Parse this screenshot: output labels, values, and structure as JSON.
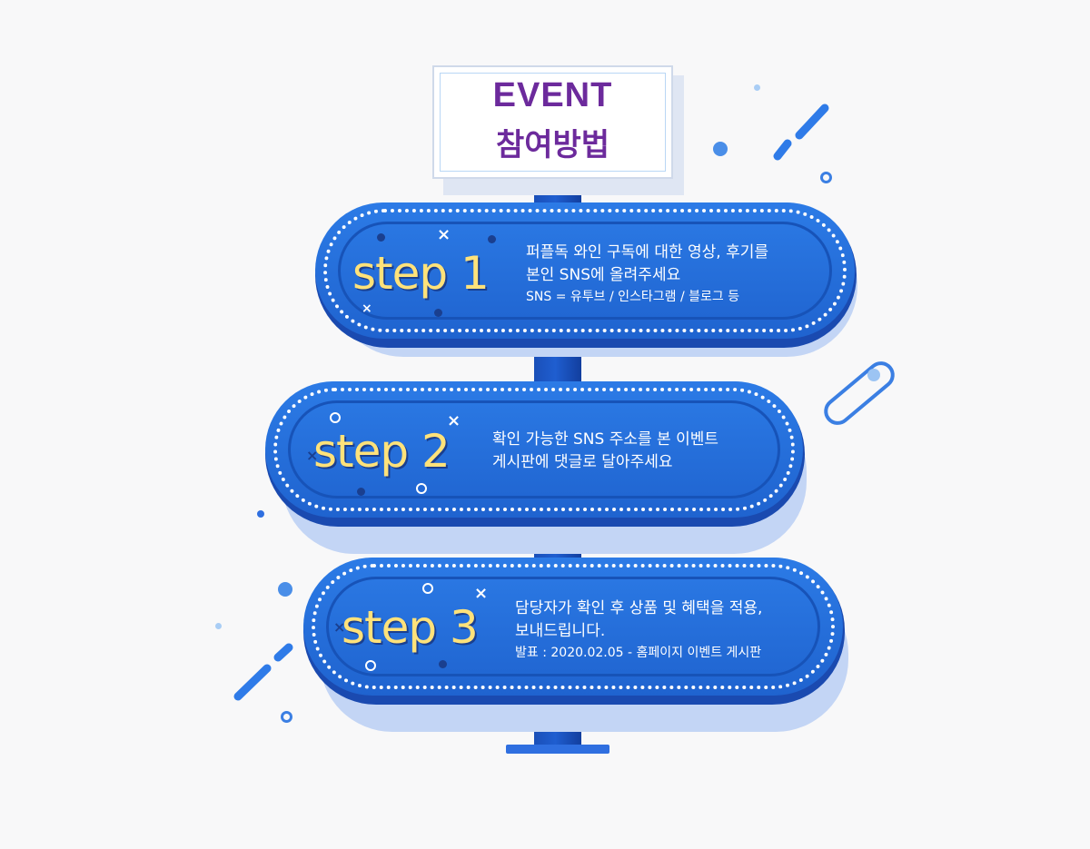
{
  "sign": {
    "title": "EVENT",
    "subtitle": "참여방법"
  },
  "steps": [
    {
      "label": "step 1",
      "lines": [
        "퍼플독 와인 구독에 대한 영상, 후기를",
        "본인 SNS에 올려주세요"
      ],
      "note": "SNS = 유투브 / 인스타그램 / 블로그 등"
    },
    {
      "label": "step 2",
      "lines": [
        "확인 가능한 SNS 주소를 본 이벤트",
        "게시판에 댓글로 달아주세요"
      ],
      "note": ""
    },
    {
      "label": "step 3",
      "lines": [
        "담당자가 확인 후 상품 및 혜택을 적용,",
        "보내드립니다."
      ],
      "note": "발표 : 2020.02.05 - 홈페이지 이벤트 게시판"
    }
  ],
  "decor": {
    "x_glyph": "×"
  },
  "colors": {
    "title_purple": "#6c2a9c",
    "board_blue": "#2c7be6",
    "step_label_yellow": "#ffe27a",
    "background": "#f8f8f9"
  }
}
